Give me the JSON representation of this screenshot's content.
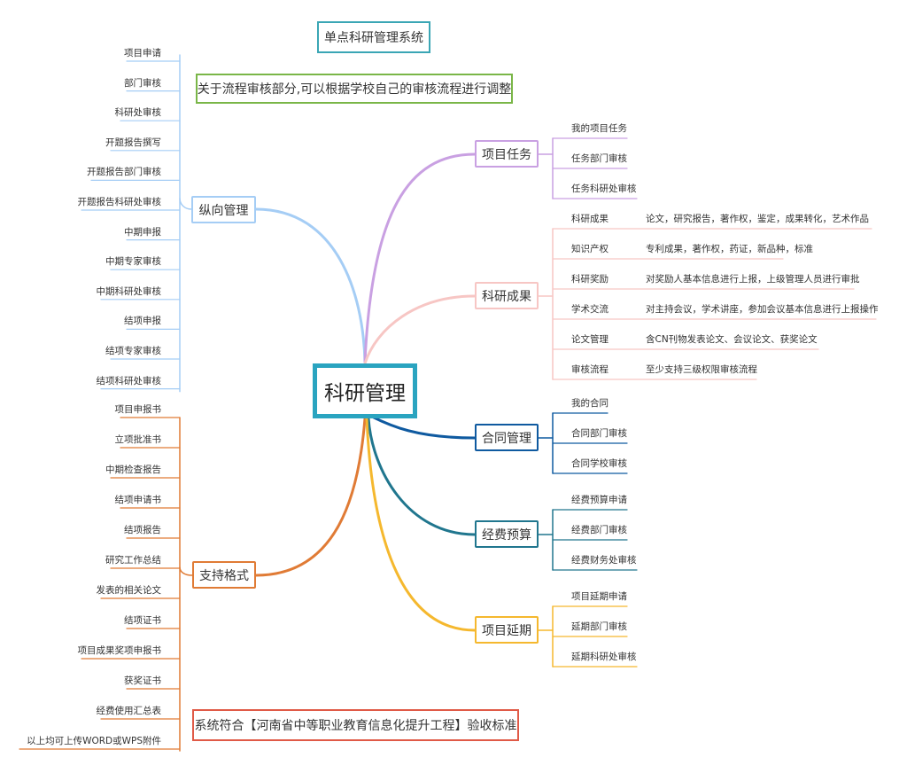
{
  "title": "单点科研管理系统",
  "note_top": "关于流程审核部分,可以根据学校自己的审核流程进行调整",
  "note_bottom": "系统符合【河南省中等职业教育信息化提升工程】验收标准",
  "center": "科研管理",
  "branches": {
    "zongxiang": {
      "label": "纵向管理",
      "color": "#a5cdf5",
      "items": [
        "项目申请",
        "部门审核",
        "科研处审核",
        "开题报告撰写",
        "开题报告部门审核",
        "开题报告科研处审核",
        "中期申报",
        "中期专家审核",
        "中期科研处审核",
        "结项申报",
        "结项专家审核",
        "结项科研处审核"
      ]
    },
    "zhichi": {
      "label": "支持格式",
      "color": "#e07b35",
      "items": [
        "项目申报书",
        "立项批准书",
        "中期检查报告",
        "结项申请书",
        "结项报告",
        "研究工作总结",
        "发表的相关论文",
        "结项证书",
        "项目成果奖项申报书",
        "获奖证书",
        "经费使用汇总表",
        "以上均可上传WORD或WPS附件"
      ]
    },
    "renwu": {
      "label": "项目任务",
      "color": "#c9a0e2",
      "items": [
        "我的项目任务",
        "任务部门审核",
        "任务科研处审核"
      ]
    },
    "chengguo": {
      "label": "科研成果",
      "color": "#f7c6c4",
      "items": [
        {
          "name": "科研成果",
          "desc": "论文，研究报告，著作权，鉴定，成果转化，艺术作品"
        },
        {
          "name": "知识产权",
          "desc": "专利成果，著作权，药证，新品种，标准"
        },
        {
          "name": "科研奖励",
          "desc": "对奖励人基本信息进行上报，上级管理人员进行审批"
        },
        {
          "name": "学术交流",
          "desc": "对主持会议，学术讲座，参加会议基本信息进行上报操作"
        },
        {
          "name": "论文管理",
          "desc": "含CN刊物发表论文、会议论文、获奖论文"
        },
        {
          "name": "审核流程",
          "desc": "至少支持三级权限审核流程"
        }
      ]
    },
    "hetong": {
      "label": "合同管理",
      "color": "#0f5aa0",
      "items": [
        "我的合同",
        "合同部门审核",
        "合同学校审核"
      ]
    },
    "jingfei": {
      "label": "经费预算",
      "color": "#20768e",
      "items": [
        "经费预算申请",
        "经费部门审核",
        "经费财务处审核"
      ]
    },
    "yanqi": {
      "label": "项目延期",
      "color": "#f5b82e",
      "items": [
        "项目延期申请",
        "延期部门审核",
        "延期科研处审核"
      ]
    }
  }
}
